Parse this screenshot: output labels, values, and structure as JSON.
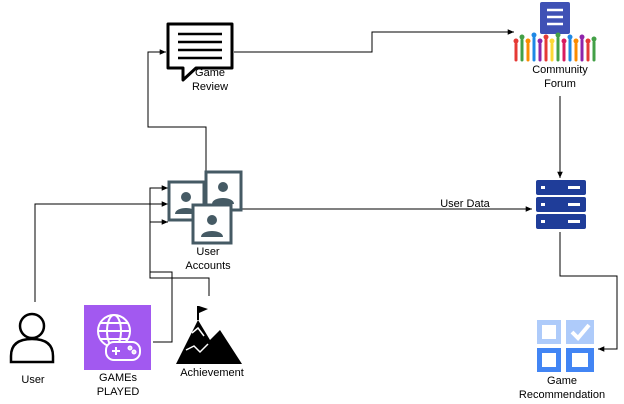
{
  "nodes": {
    "user": {
      "label": "User",
      "icon": "user-icon"
    },
    "games_played": {
      "label_line1": "GAMEs",
      "label_line2": "PLAYED",
      "icon": "gamepad-globe-icon"
    },
    "achievement": {
      "label": "Achievement",
      "icon": "mountain-flag-icon"
    },
    "user_accounts": {
      "label_line1": "User",
      "label_line2": "Accounts",
      "icon": "user-accounts-icon"
    },
    "game_review": {
      "label_line1": "Game",
      "label_line2": "Review",
      "icon": "review-document-icon"
    },
    "community_forum": {
      "label_line1": "Community",
      "label_line2": "Forum",
      "icon": "community-forum-icon"
    },
    "server": {
      "icon": "server-icon"
    },
    "game_recommendation": {
      "label_line1": "Game",
      "label_line2": "Recommendation",
      "icon": "recommendation-icon"
    }
  },
  "edges": {
    "user_data": {
      "label": "User Data"
    }
  },
  "colors": {
    "line": "#000000",
    "games_bg": "#a259f0",
    "server": "#1f3d99",
    "forum": "#3f51b5",
    "reco_light": "#aecbfa",
    "reco_dark": "#4285f4",
    "account_frame": "#455a64"
  }
}
